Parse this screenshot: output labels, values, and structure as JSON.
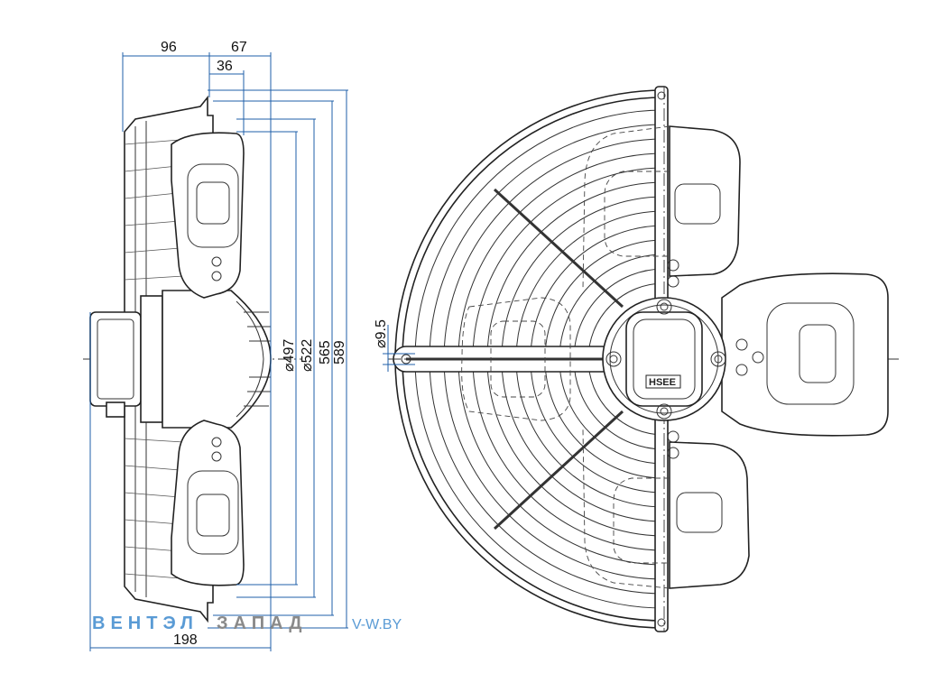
{
  "dimensions": {
    "d96": "96",
    "d67": "67",
    "d36": "36",
    "d198": "198",
    "d497": "⌀497",
    "d522": "⌀522",
    "d565": "565",
    "d589": "589",
    "d95": "⌀9.5"
  },
  "logo_text": "HSEE",
  "watermark": {
    "part1": "ВЕНТЭЛ",
    "part2": "ЗАПАД",
    "url": "V-W.BY"
  },
  "colors": {
    "dimension": "#1f5fa8",
    "watermark_blue": "#5a9bd5",
    "watermark_grey": "#8a8a8a"
  }
}
